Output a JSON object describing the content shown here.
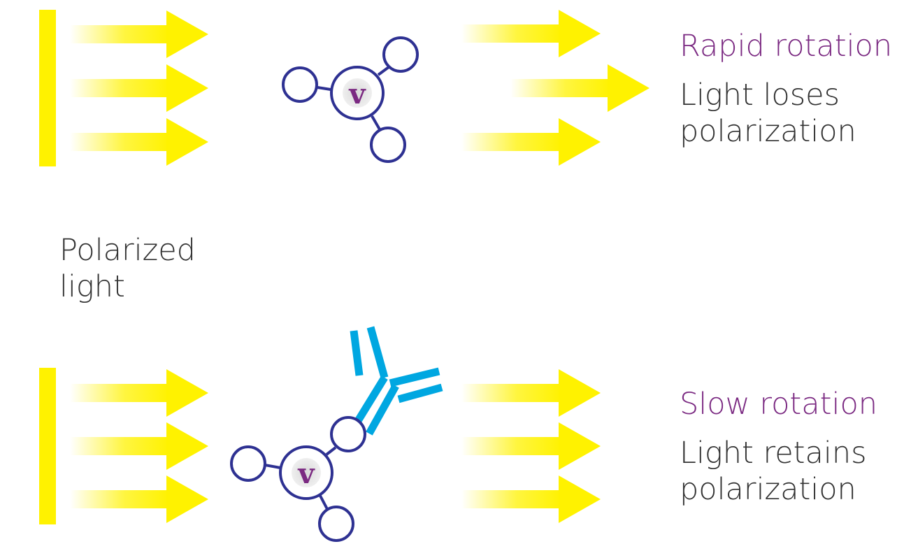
{
  "labels": {
    "polarized_light": [
      "Polarized",
      "light"
    ],
    "rapid": {
      "title": "Rapid rotation",
      "description": [
        "Light loses",
        "polarization"
      ]
    },
    "slow": {
      "title": "Slow rotation",
      "description": [
        "Light retains",
        "polarization"
      ]
    }
  },
  "molecule_glyph": "v",
  "icons": {
    "light_source": "polarizer-bar",
    "arrow": "light-arrow",
    "molecule": "fluorescent-tracer-molecule",
    "antibody": "antibody-icon"
  },
  "colors": {
    "light_yellow": "#fff200",
    "molecule_navy": "#2e3192",
    "antibody_blue": "#00a7e1",
    "title_purple": "#7b2a82",
    "text_dark": "#333333",
    "glyph_fill": "#e6e6e6"
  }
}
